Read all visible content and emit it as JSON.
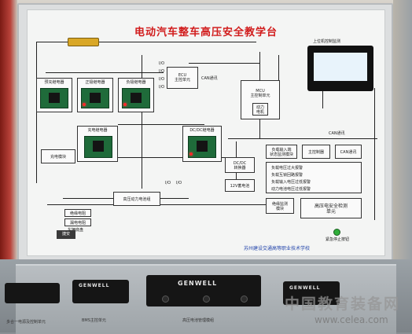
{
  "board_title": "电动汽车整车高压安全教学台",
  "monitor_label": "上位机控制监测",
  "relays": [
    {
      "label": "预充继电器"
    },
    {
      "label": "正极继电器"
    },
    {
      "label": "负极继电器"
    },
    {
      "label": "充电继电器"
    },
    {
      "label": "DC/DC继电器"
    }
  ],
  "blocks": {
    "ecu": "ECU\n主控单元",
    "mcu": "MCU\n主控制单元",
    "motor": "动力\n电机",
    "can": "CAN通讯",
    "can2": "CAN通讯",
    "dcdc": "DC/DC\n转换器",
    "battery12v": "12V蓄电池",
    "charge_module": "充电模块",
    "hv_battery": "高压动力电池组",
    "fault_inject": "负载输入端\n状态监测模块",
    "hv_monitor": "高压电安全检测\n单元",
    "insulation": "绝缘监测\n模块",
    "mains": "CAN通讯",
    "negative_box": "负载输入端",
    "main_ctrl": "主控制器"
  },
  "warnings": [
    "负载电压过大报警",
    "负载互锁回路报警",
    "负载输入电压过低报警",
    "动力电池电压过低报警"
  ],
  "io_labels": [
    "I/O",
    "I/O",
    "I/O",
    "I/O",
    "I/O",
    "I/O"
  ],
  "bottom_left": [
    "绝缘电阻",
    "漏电电阻",
    "车辆底盘"
  ],
  "logo": "捷安",
  "estop_label": "紧急停止按钮",
  "school": "苏州建设交通高等职业技术学校",
  "devices": [
    {
      "brand": "",
      "caption": "多合一电源及控制单元"
    },
    {
      "brand": "GENWELL",
      "caption": "BMS主控单元"
    },
    {
      "brand": "GENWELL",
      "caption": "高压电池管理模组"
    },
    {
      "brand": "GENWELL",
      "caption": ""
    }
  ],
  "watermark_cn": "中国教育装备网",
  "watermark_url": "www.celea.com",
  "colors": {
    "title": "#d11c1c",
    "pcb": "#1f6b3a",
    "led": "#ff2a2a"
  }
}
